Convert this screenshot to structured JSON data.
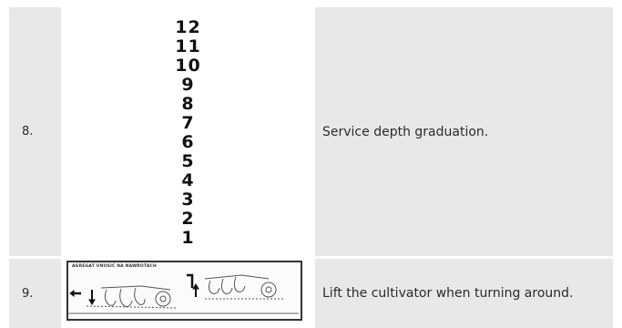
{
  "rows": [
    {
      "number": "8.",
      "graduation": [
        "12",
        "11",
        "10",
        "9",
        "8",
        "7",
        "6",
        "5",
        "4",
        "3",
        "2",
        "1"
      ],
      "description": "Service depth graduation."
    },
    {
      "number": "9.",
      "sign_text": "AGREGAT UNOSIĆ NA NAWROTACH",
      "description": "Lift the cultivator when turning around."
    }
  ]
}
